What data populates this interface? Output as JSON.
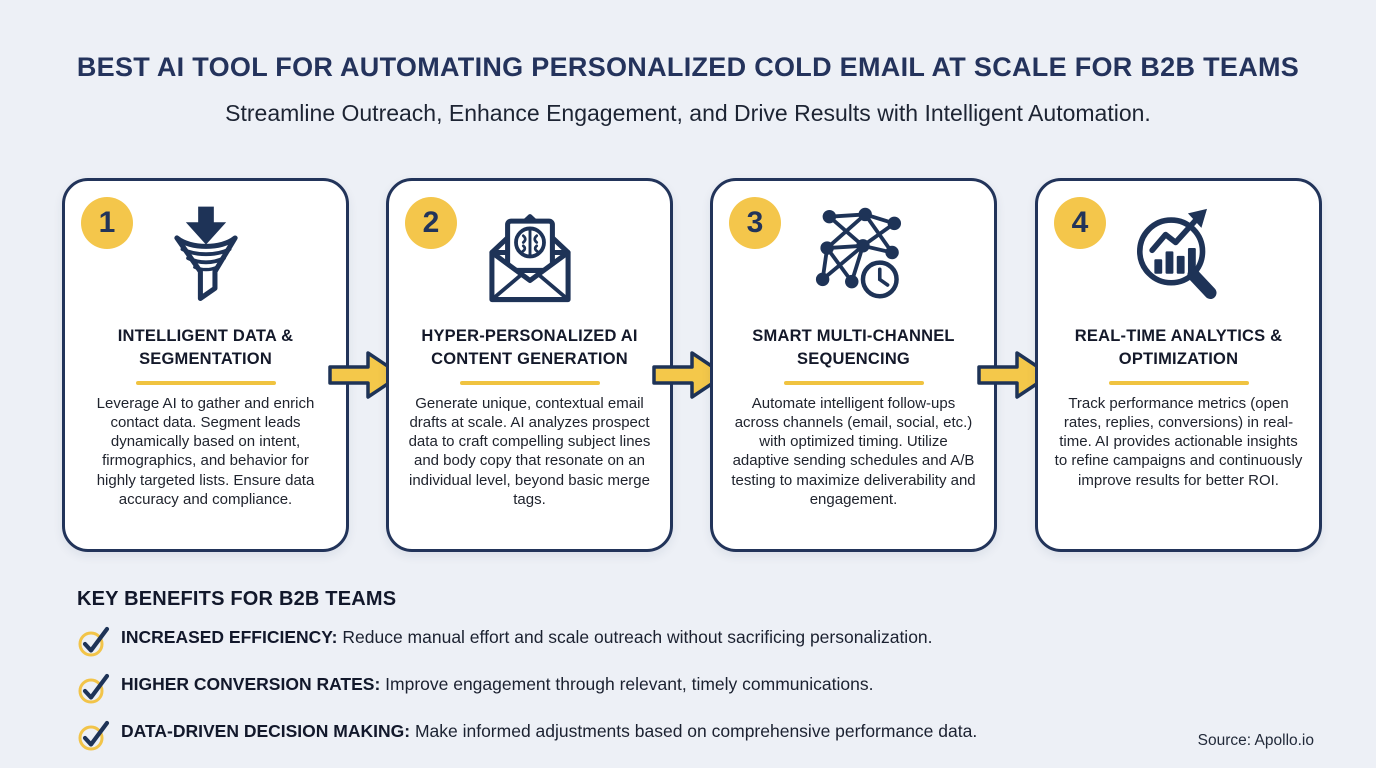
{
  "header": {
    "title": "BEST AI TOOL FOR AUTOMATING PERSONALIZED COLD EMAIL AT SCALE FOR B2B TEAMS",
    "subtitle": "Streamline Outreach, Enhance Engagement, and Drive Results with Intelligent Automation."
  },
  "colors": {
    "background": "#EDF0F6",
    "card_border_navy": "#22345A",
    "accent_yellow": "#F4C64B",
    "title_navy": "#24335C",
    "body_text": "#20242E"
  },
  "steps": [
    {
      "number": "1",
      "icon": "funnel-icon",
      "title": "INTELLIGENT DATA & SEGMENTATION",
      "body": "Leverage AI to gather and enrich contact data. Segment leads dynamically based on intent, firmographics, and behavior for highly targeted lists. Ensure data accuracy and compliance."
    },
    {
      "number": "2",
      "icon": "email-brain-icon",
      "title": "HYPER-PERSONALIZED AI CONTENT GENERATION",
      "body": "Generate unique, contextual email drafts at scale. AI analyzes prospect data to craft compelling subject lines and body copy that resonate on an individual level, beyond basic merge tags."
    },
    {
      "number": "3",
      "icon": "network-clock-icon",
      "title": "SMART MULTI-CHANNEL SEQUENCING",
      "body": "Automate intelligent follow-ups across channels (email, social, etc.) with optimized timing. Utilize adaptive sending schedules and A/B testing to maximize deliverability and engagement."
    },
    {
      "number": "4",
      "icon": "analytics-magnifier-icon",
      "title": "REAL-TIME ANALYTICS & OPTIMIZATION",
      "body": "Track performance metrics (open rates, replies, conversions) in real-time. AI provides actionable insights to refine campaigns and continuously improve results for better ROI."
    }
  ],
  "benefits": {
    "heading": "KEY BENEFITS FOR B2B TEAMS",
    "items": [
      {
        "label": "INCREASED EFFICIENCY:",
        "text": " Reduce manual effort and scale outreach without sacrificing personalization."
      },
      {
        "label": "HIGHER CONVERSION RATES:",
        "text": " Improve engagement through relevant, timely communications."
      },
      {
        "label": "DATA-DRIVEN DECISION MAKING:",
        "text": " Make informed adjustments based on comprehensive performance data."
      }
    ]
  },
  "footer": {
    "source": "Source: Apollo.io"
  }
}
